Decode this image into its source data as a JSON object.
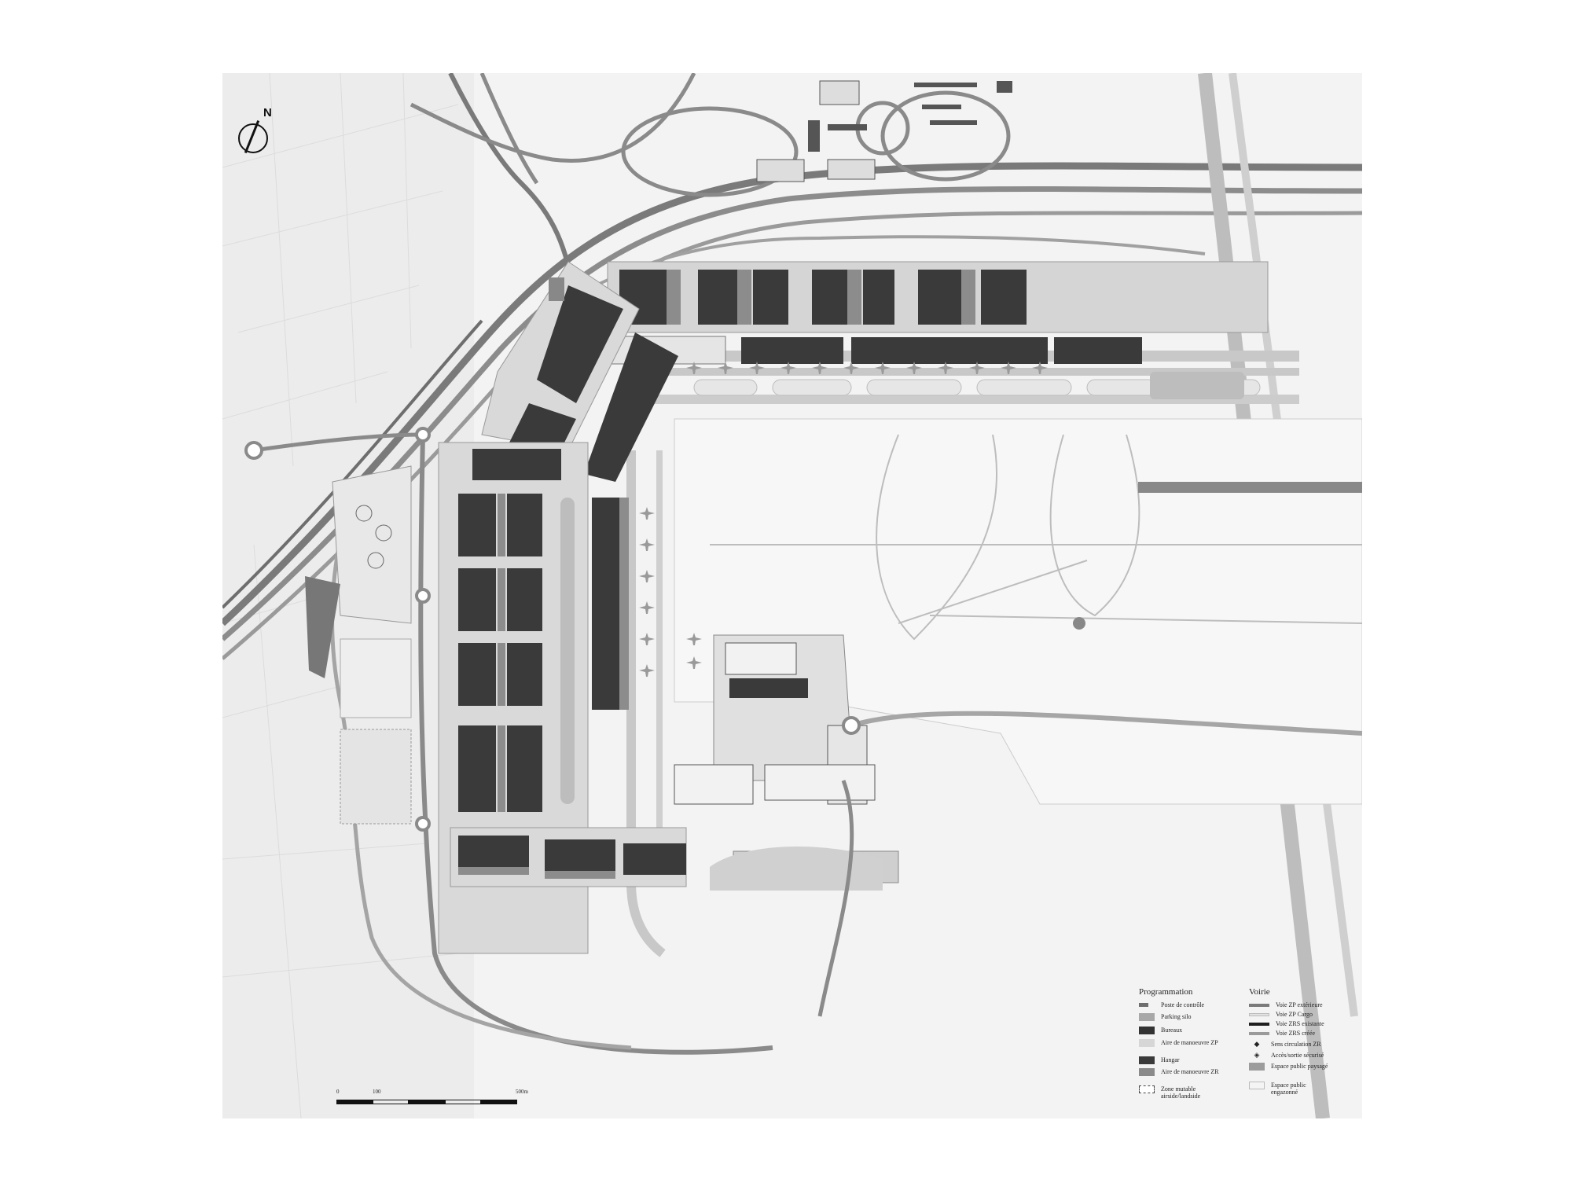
{
  "north": {
    "label": "N"
  },
  "scale": {
    "ticks": [
      "0",
      "100",
      "500m"
    ]
  },
  "legend": {
    "programmation_title": "Programmation",
    "voirie_title": "Voirie",
    "programmation": [
      {
        "label": "Poste de contrôle",
        "color": "#6e6e6e",
        "style": "small"
      },
      {
        "label": "Parking silo",
        "color": "#a8a8a8",
        "style": "box"
      },
      {
        "label": "Bureaux",
        "color": "#333333",
        "style": "box"
      },
      {
        "label": "Aire de manoeuvre ZP",
        "color": "#d6d6d6",
        "style": "box"
      },
      {
        "label": "Hangar",
        "color": "#3a3a3a",
        "style": "box"
      },
      {
        "label": "Aire de manoeuvre ZR",
        "color": "#8a8a8a",
        "style": "box"
      },
      {
        "label": "Zone mutable airside/landside",
        "color": "#ffffff",
        "style": "dashed"
      }
    ],
    "voirie": [
      {
        "label": "Voie ZP extérieure",
        "color": "#7a7a7a",
        "style": "line"
      },
      {
        "label": "Voie ZP Cargo",
        "color": "#e2e2e2",
        "style": "line"
      },
      {
        "label": "Voie ZRS existante",
        "color": "#1e1e1e",
        "style": "line"
      },
      {
        "label": "Voie ZRS créée",
        "color": "#9a9a9a",
        "style": "line"
      },
      {
        "label": "Sens circulation ZR",
        "symbol": "◆",
        "style": "symbol"
      },
      {
        "label": "Accès/sortie sécurisé",
        "symbol": "◈",
        "style": "symbol"
      },
      {
        "label": "Espace public paysagé",
        "color": "#9c9c9c",
        "style": "box"
      },
      {
        "label": "Espace public engazonné",
        "color": "#f4f4f4",
        "style": "box"
      }
    ]
  },
  "colors": {
    "background": "#f3f3f3",
    "road": "#9a9a9a",
    "road_dark": "#6a6a6a",
    "hangar": "#3a3a3a",
    "apron": "#d9d9d9",
    "zr": "#8c8c8c"
  }
}
